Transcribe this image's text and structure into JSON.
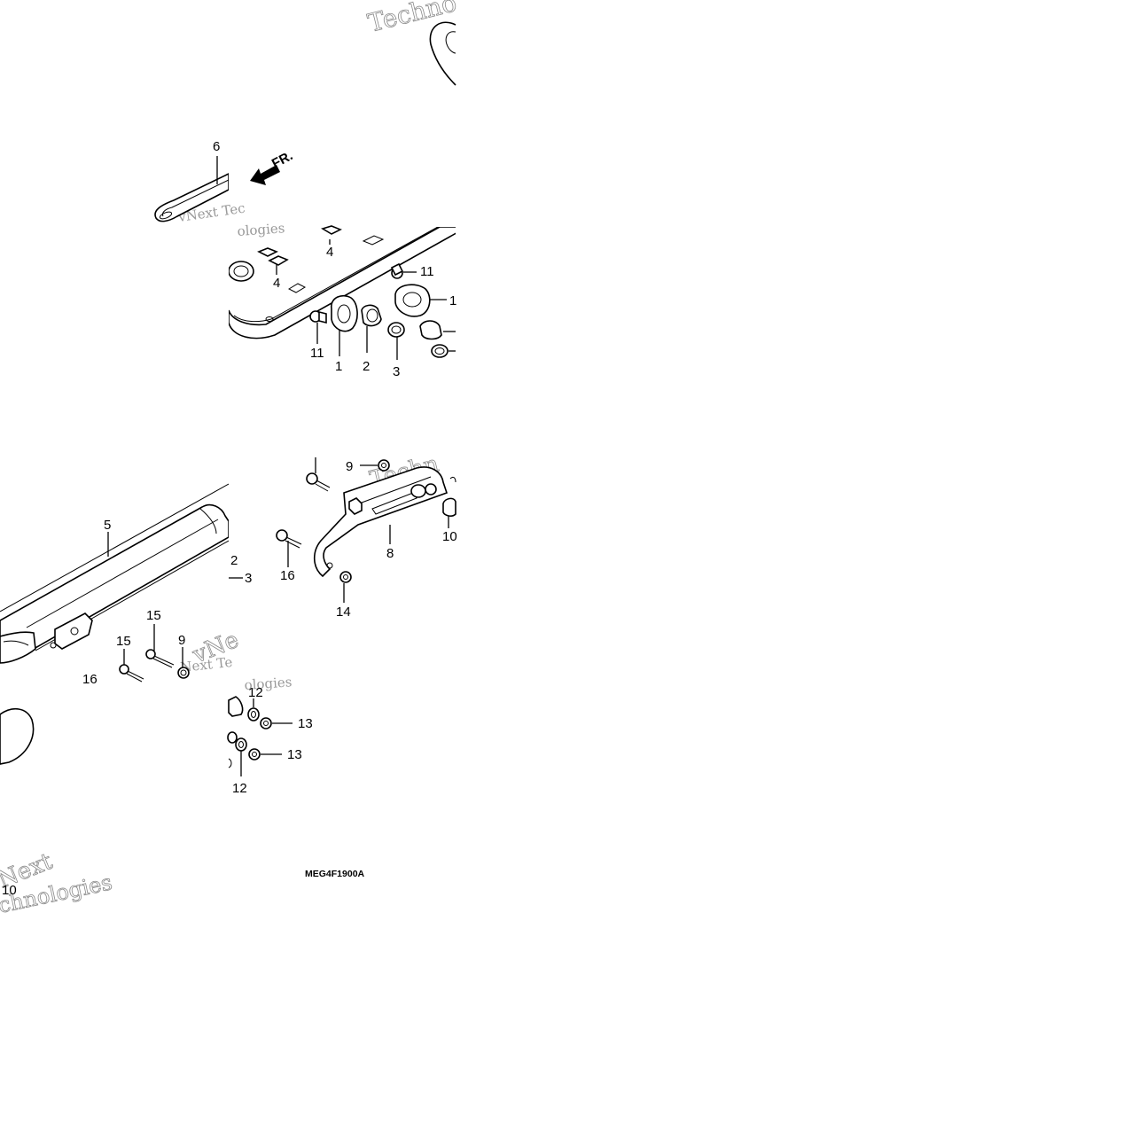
{
  "diagram": {
    "callouts": [
      {
        "id": "c6",
        "text": "6"
      },
      {
        "id": "c4a",
        "text": "4"
      },
      {
        "id": "c4b",
        "text": "4"
      },
      {
        "id": "c11a",
        "text": "11"
      },
      {
        "id": "c1a",
        "text": "1"
      },
      {
        "id": "c11b",
        "text": "11"
      },
      {
        "id": "c1b",
        "text": "1"
      },
      {
        "id": "c2a",
        "text": "2"
      },
      {
        "id": "c3a",
        "text": "3"
      },
      {
        "id": "c5",
        "text": "5"
      },
      {
        "id": "c2b",
        "text": "2"
      },
      {
        "id": "c3b",
        "text": "3"
      },
      {
        "id": "c15a",
        "text": "15"
      },
      {
        "id": "c15b",
        "text": "15"
      },
      {
        "id": "c9a",
        "text": "9"
      },
      {
        "id": "c16a",
        "text": "16"
      },
      {
        "id": "c12a",
        "text": "12"
      },
      {
        "id": "c13a",
        "text": "13"
      },
      {
        "id": "c13b",
        "text": "13"
      },
      {
        "id": "c12b",
        "text": "12"
      },
      {
        "id": "c9b",
        "text": "9"
      },
      {
        "id": "c10a",
        "text": "10"
      },
      {
        "id": "c8",
        "text": "8"
      },
      {
        "id": "c16b",
        "text": "16"
      },
      {
        "id": "c14",
        "text": "14"
      },
      {
        "id": "c10b",
        "text": "10"
      }
    ],
    "direction_label": "FR.",
    "figure_code": "MEG4F1900A",
    "watermarks": [
      {
        "id": "w1",
        "text": "Techno"
      },
      {
        "id": "w2",
        "text": "vNext Tec"
      },
      {
        "id": "w3",
        "text": "ologies"
      },
      {
        "id": "w4",
        "text": "Techn"
      },
      {
        "id": "w5",
        "text": "vNe"
      },
      {
        "id": "w6",
        "text": "Next Te"
      },
      {
        "id": "w7",
        "text": "ologies"
      },
      {
        "id": "w8",
        "text": "Next"
      },
      {
        "id": "w9",
        "text": "chnologies"
      }
    ]
  },
  "colors": {
    "line": "#000000",
    "background": "#ffffff",
    "watermark": "#8a8a8a"
  }
}
